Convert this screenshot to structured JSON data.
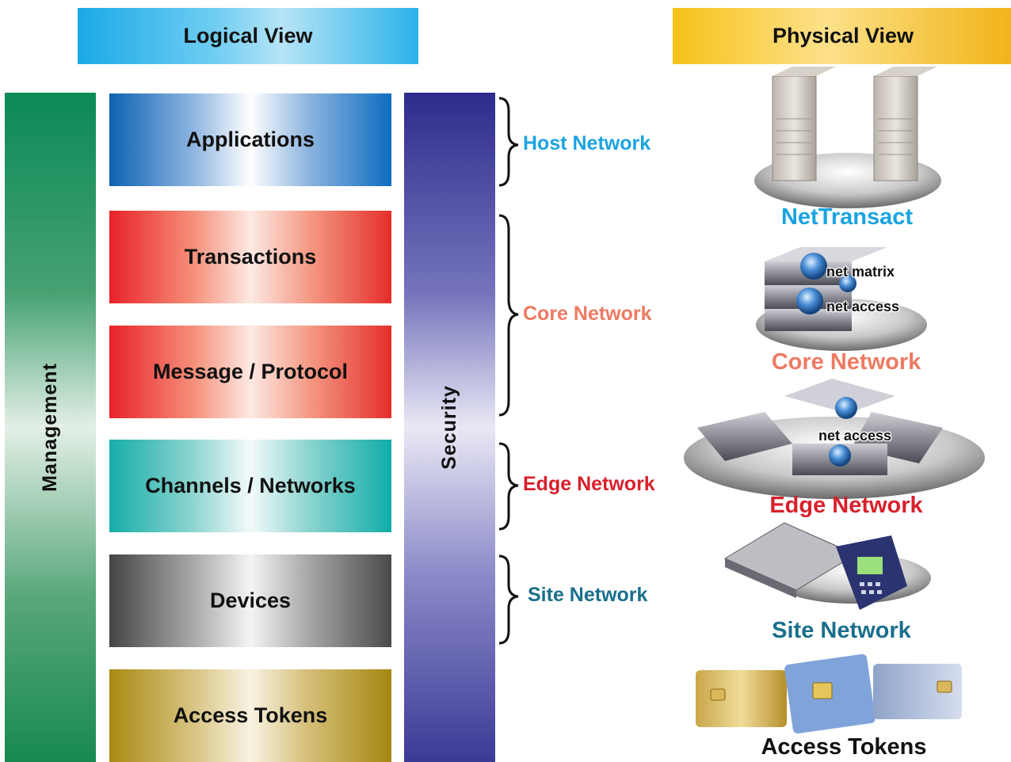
{
  "headers": {
    "logical": "Logical View",
    "physical": "Physical View"
  },
  "bars": {
    "management": "Management",
    "security": "Security"
  },
  "layers": [
    {
      "label": "Applications"
    },
    {
      "label": "Transactions"
    },
    {
      "label": "Message / Protocol"
    },
    {
      "label": "Channels / Networks"
    },
    {
      "label": "Devices"
    },
    {
      "label": "Access Tokens"
    }
  ],
  "networks": [
    {
      "label": "Host Network",
      "color": "#1aa3e0"
    },
    {
      "label": "Core Network",
      "color": "#ee7a62"
    },
    {
      "label": "Edge Network",
      "color": "#d8202b"
    },
    {
      "label": "Site Network",
      "color": "#1a6f8c"
    }
  ],
  "physical": {
    "host_label": "NetTransact",
    "core_label": "Core Network",
    "edge_label": "Edge Network",
    "site_label": "Site Network",
    "tokens_label": "Access Tokens",
    "tags": {
      "net_matrix": "net matrix",
      "net_access_core": "net access",
      "net_access_edge": "net access"
    }
  },
  "colors": {
    "host": "#1aa3e0",
    "core": "#ee7a62",
    "edge": "#d8202b",
    "site": "#1a6f8c",
    "tokens": "#111111"
  }
}
